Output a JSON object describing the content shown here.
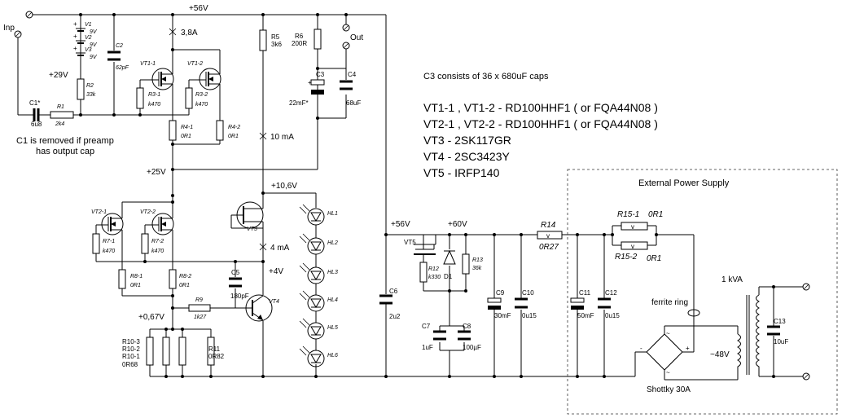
{
  "nets": {
    "inp": "Inp",
    "out": "Out",
    "v56": "+56V",
    "v29": "+29V",
    "v25": "+25V",
    "v10_6": "+10,6V",
    "v4": "+4V",
    "v0_67": "+0,67V",
    "v56b": "+56V",
    "v60": "+60V"
  },
  "currents": {
    "i3_8": "3,8A",
    "i10": "10 mA",
    "i4": "4 mA"
  },
  "notes": {
    "c3": "C3  consists of 36 x 680uF caps",
    "c1_line1": "C1  is removed if preamp",
    "c1_line2": "has output cap"
  },
  "parts_list": [
    {
      "name": "VT1-1 , VT1-2  -  RD100HHF1   ( or  FQA44N08 )"
    },
    {
      "name": "VT2-1 , VT2-2  -  RD100HHF1   ( or  FQA44N08 )"
    },
    {
      "name": "VT3  -  2SK117GR"
    },
    {
      "name": "VT4  -  2SC3423Y"
    },
    {
      "name": "VT5  -  IRFP140"
    }
  ],
  "psu": {
    "title": "External Power Supply",
    "power": "1 kVA",
    "ferrite": "ferrite ring",
    "ac": "~48V",
    "bridge": "Shottky  30A",
    "r15_1": "R15-1",
    "r15_1v": "0R1",
    "r15_2": "R15-2",
    "r15_2v": "0R1",
    "c11": "C11",
    "c11v": "50mF",
    "c12": "C12",
    "c12v": "0u15",
    "c13": "C13",
    "c13v": "10uF",
    "r14": "R14",
    "r14v": "0R27"
  },
  "parts": {
    "v1": "V1",
    "v1v": "9V",
    "v2": "V2",
    "v2v": "9V",
    "v3": "V3",
    "v3v": "9V",
    "c1": "C1*",
    "c1v": "6u8",
    "r1": "R1",
    "r1v": "2k4",
    "r2": "R2",
    "r2v": "33k",
    "c2": "C2",
    "c2v": "62pF",
    "vt1_1": "VT1-1",
    "vt1_2": "VT1-2",
    "r3_1": "R3-1",
    "r3_1v": "k470",
    "r3_2": "R3-2",
    "r3_2v": "k470",
    "r4_1": "R4-1",
    "r4_1v": "0R1",
    "r4_2": "R4-2",
    "r4_2v": "0R1",
    "r5": "R5",
    "r5v": "3k6",
    "r6": "R6",
    "r6v": "200R",
    "c3": "C3",
    "c3v": "22mF*",
    "c4": "C4",
    "c4v": "68uF",
    "vt2_1": "VT2-1",
    "vt2_2": "VT2-2",
    "r7_1": "R7-1",
    "r7_1v": "k470",
    "r7_2": "R7-2",
    "r7_2v": "k470",
    "vt3": "VT3",
    "r8_1": "R8-1",
    "r8_1v": "0R1",
    "r8_2": "R8-2",
    "r8_2v": "0R1",
    "c5": "C5",
    "c5v": "180pF",
    "r9": "R9",
    "r9v": "1k27",
    "vt4": "VT4",
    "r10_3": "R10-3",
    "r10_2": "R10-2",
    "r10_1": "R10-1",
    "r10v": "0R68",
    "r11": "R11",
    "r11v": "0R82",
    "hl1": "HL1",
    "hl2": "HL2",
    "hl3": "HL3",
    "hl4": "HL4",
    "hl5": "HL5",
    "hl6": "HL6",
    "c6": "C6",
    "c6v": "2u2",
    "vt5": "VT5",
    "r12": "R12",
    "r12v": "k330",
    "d1": "D1",
    "r13": "R13",
    "r13v": "36k",
    "c7": "C7",
    "c7v": "1uF",
    "c8": "C8",
    "c8v": "100µF",
    "c9": "C9",
    "c9v": "30mF",
    "c10": "C10",
    "c10v": "0u15"
  }
}
